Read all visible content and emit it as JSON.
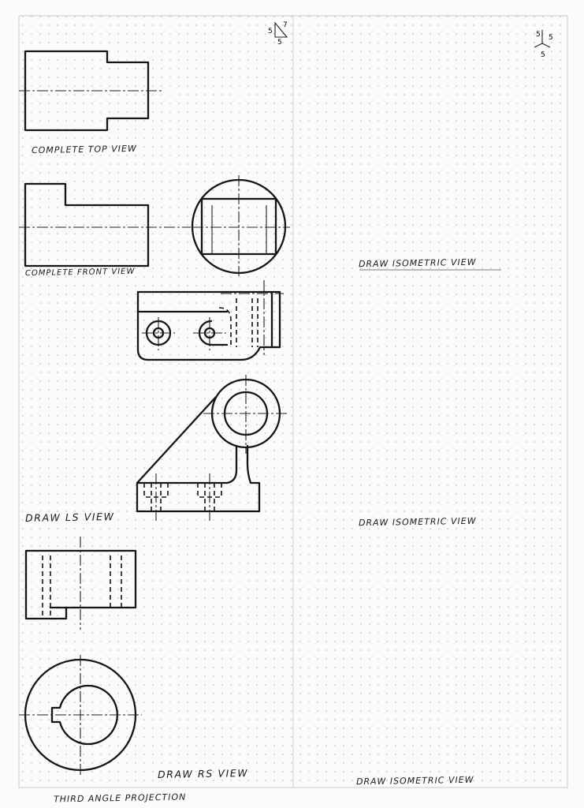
{
  "sheet": {
    "labels": {
      "complete_top_view": "COMPLETE TOP VIEW",
      "complete_front_view": "COMPLETE FRONT VIEW",
      "draw_ls_view": "DRAW LS VIEW",
      "draw_rs_view": "DRAW RS VIEW",
      "draw_isometric_view_1": "DRAW ISOMETRIC VIEW",
      "draw_isometric_view_2": "DRAW ISOMETRIC VIEW",
      "draw_isometric_view_3": "DRAW ISOMETRIC VIEW",
      "projection_note": "THIRD ANGLE PROJECTION"
    },
    "grid_scale_left": {
      "a": "5",
      "b": "5",
      "c": "7"
    },
    "grid_scale_right": {
      "a": "5",
      "b": "5",
      "c": "5"
    }
  },
  "colors": {
    "ink": "#151515",
    "paper": "#fbfbf9",
    "dots": "#b5b5b5"
  }
}
